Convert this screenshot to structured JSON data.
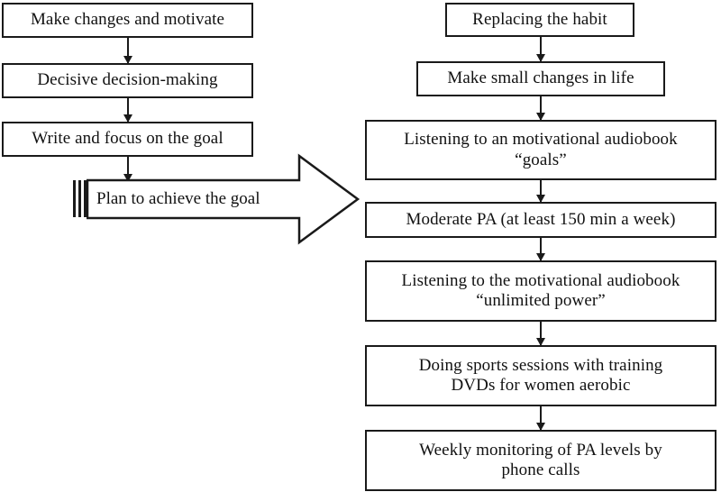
{
  "diagram": {
    "title": "Behaviour change and physical activity intervention flowchart",
    "type": "flowchart",
    "colors": {
      "stroke": "#1a1a1a",
      "fill": "#ffffff",
      "text": "#111111"
    },
    "left_column": {
      "name": "preparation-phase",
      "steps": [
        {
          "id": "make-changes",
          "label": "Make changes and motivate"
        },
        {
          "id": "decisive-decision",
          "label": "Decisive decision-making"
        },
        {
          "id": "write-focus-goal",
          "label": "Write and focus on the goal"
        }
      ],
      "block_arrow": {
        "id": "plan-to-achieve-goal",
        "label": "Plan to achieve the goal",
        "direction": "right"
      }
    },
    "right_column": {
      "name": "implementation-phase",
      "steps": [
        {
          "id": "replacing-habit",
          "label": "Replacing the habit"
        },
        {
          "id": "make-small-changes",
          "label": "Make small changes in life"
        },
        {
          "id": "audiobook-goals",
          "label": "Listening to an motivational audiobook\n“goals”"
        },
        {
          "id": "moderate-pa",
          "label": "Moderate PA (at least 150 min a week)"
        },
        {
          "id": "audiobook-unlimited",
          "label": "Listening to the motivational audiobook\n“unlimited power”"
        },
        {
          "id": "sports-sessions-dvd",
          "label": "Doing sports sessions with training\nDVDs for women aerobic"
        },
        {
          "id": "weekly-monitoring",
          "label": "Weekly monitoring of PA levels by\nphone calls"
        }
      ]
    }
  }
}
